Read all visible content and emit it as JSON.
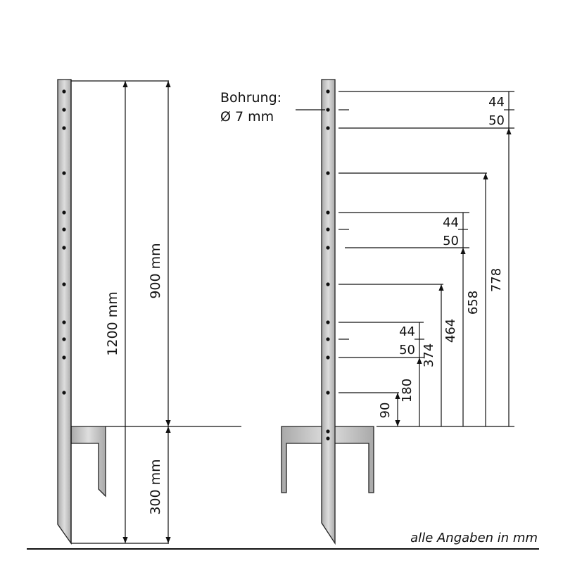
{
  "left_post": {
    "dim_total": "1200 mm",
    "dim_above": "900 mm",
    "dim_below": "300 mm"
  },
  "right_post": {
    "hole_label_line1": "Bohrung:",
    "hole_label_line2": "Ø 7 mm",
    "spacing_top_a": "44",
    "spacing_top_b": "50",
    "spacing_mid_a": "44",
    "spacing_mid_b": "50",
    "spacing_low_a": "44",
    "spacing_low_b": "50",
    "heights": [
      "90",
      "180",
      "374",
      "464",
      "658",
      "778"
    ]
  },
  "footer_note": "alle Angaben in mm"
}
